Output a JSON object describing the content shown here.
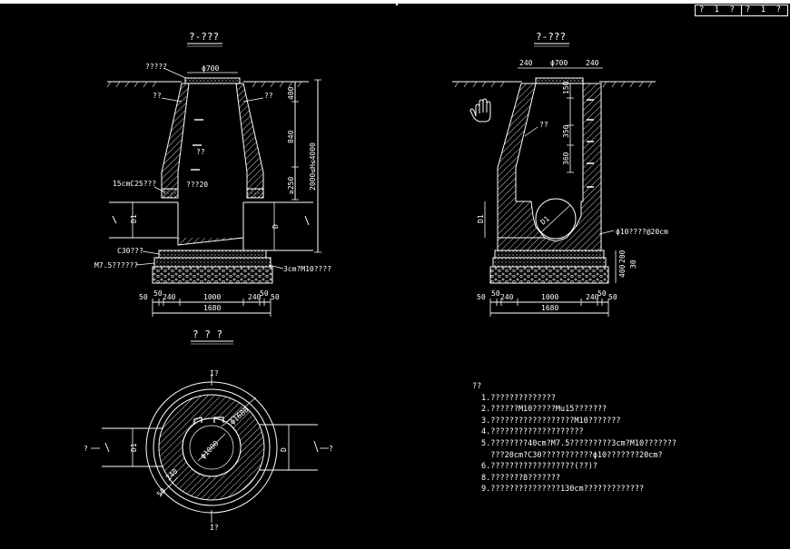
{
  "titleblock": {
    "cells": [
      "? 1 ?",
      "? 1 ?"
    ]
  },
  "views": {
    "left_section_title": "?-???",
    "right_section_title": "?-???",
    "plan_title": "? ? ?"
  },
  "left_view": {
    "top_label": "?????",
    "dim_top": "ϕ700",
    "label_left_upper": "??",
    "label_right_upper": "??",
    "label_middle": "??",
    "label_pipe": "???20",
    "label_concrete": "15cmC25???",
    "label_c30": "C30???",
    "label_m75": "M7.5??????",
    "label_m10": "3cm?M10????",
    "label_d1": "D1",
    "label_d": "D",
    "dim_400": "400",
    "dim_840": "840",
    "dim_250": "≥250",
    "dim_total": "2000≤H≤4000",
    "dims_bottom": [
      "50",
      "50",
      "240",
      "1000",
      "240",
      "50",
      "50"
    ],
    "dim_overall": "1680"
  },
  "right_view": {
    "dim_240_left": "240",
    "dim_top": "ϕ700",
    "dim_240_right": "240",
    "label_upper": "??",
    "dim_150": "150",
    "dim_350": "350",
    "dim_360": "360",
    "label_d1": "D1",
    "label_d1_pipe": "D1",
    "label_steel": "ϕ10????@20cm",
    "dim_400": "400",
    "dim_200": "200",
    "dim_30": "30",
    "dims_bottom": [
      "50",
      "50",
      "240",
      "1000",
      "240",
      "50",
      "50"
    ],
    "dim_overall": "1680"
  },
  "plan_view": {
    "label_top": "I?",
    "label_bottom": "I?",
    "label_left": "?",
    "label_right": "?",
    "label_d1": "D1",
    "label_d": "D",
    "dim_1680": "ϕ1680",
    "dim_1000": "ϕ1000",
    "dim_240": "240",
    "dim_50": "50"
  },
  "notes": {
    "heading": "??",
    "items": [
      "1.??????????????",
      "2.??????M10?????Mu15???????",
      "3.??????????????????M10???????",
      "4.????????????????????",
      "5.????????40cm?M7.5?????????3cm?M10???????",
      "  ???20cm?C30???????????ϕ10???????20cm?",
      "6.??????????????????(??)?",
      "8.???????8???????",
      "9.???????????????130cm?????????????"
    ]
  }
}
